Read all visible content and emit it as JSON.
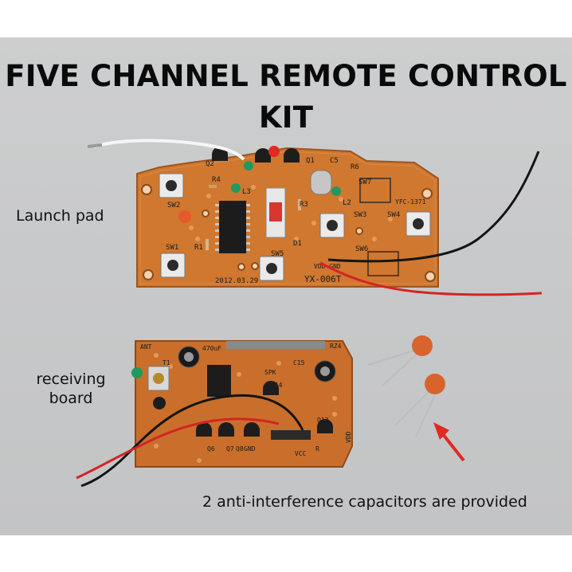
{
  "title": {
    "line1": "FIVE CHANNEL REMOTE CONTROL",
    "line2": "KIT"
  },
  "labels": {
    "launch_pad": "Launch pad",
    "receiving_board_1": "receiving",
    "receiving_board_2": "board",
    "capacitors_note": "2 anti-interference capacitors are provided"
  },
  "silkscreen": {
    "transmitter_model": "YX-006T",
    "transmitter_date": "2012.03.29",
    "transmitter_code": "YFC-1371",
    "vdd_gnd": "VDD GND",
    "sw1": "SW1",
    "sw2": "SW2",
    "sw3": "SW3",
    "sw4": "SW4",
    "sw5": "SW5",
    "sw6": "SW6",
    "sw7": "SW7",
    "q1": "Q1",
    "q2": "Q2",
    "c5": "C5",
    "r6": "R6",
    "l2": "L2",
    "l3": "L3",
    "r3": "R3",
    "r4": "R4",
    "d1": "D1",
    "r1": "R1",
    "ant": "ANT",
    "cap_470uf": "470uF",
    "rz4": "RZ4",
    "t1": "T1",
    "c15": "C15",
    "spk": "SPK",
    "q13": "Q13",
    "q14": "Q14",
    "q6": "Q6",
    "q7": "Q7",
    "q8": "Q8",
    "gnd": "GND",
    "vcc": "VCC",
    "vdd": "VDD",
    "r": "R"
  },
  "colors": {
    "pcb": "#d0782f",
    "background": "#c8c9ca",
    "arrow": "#e02a22"
  }
}
